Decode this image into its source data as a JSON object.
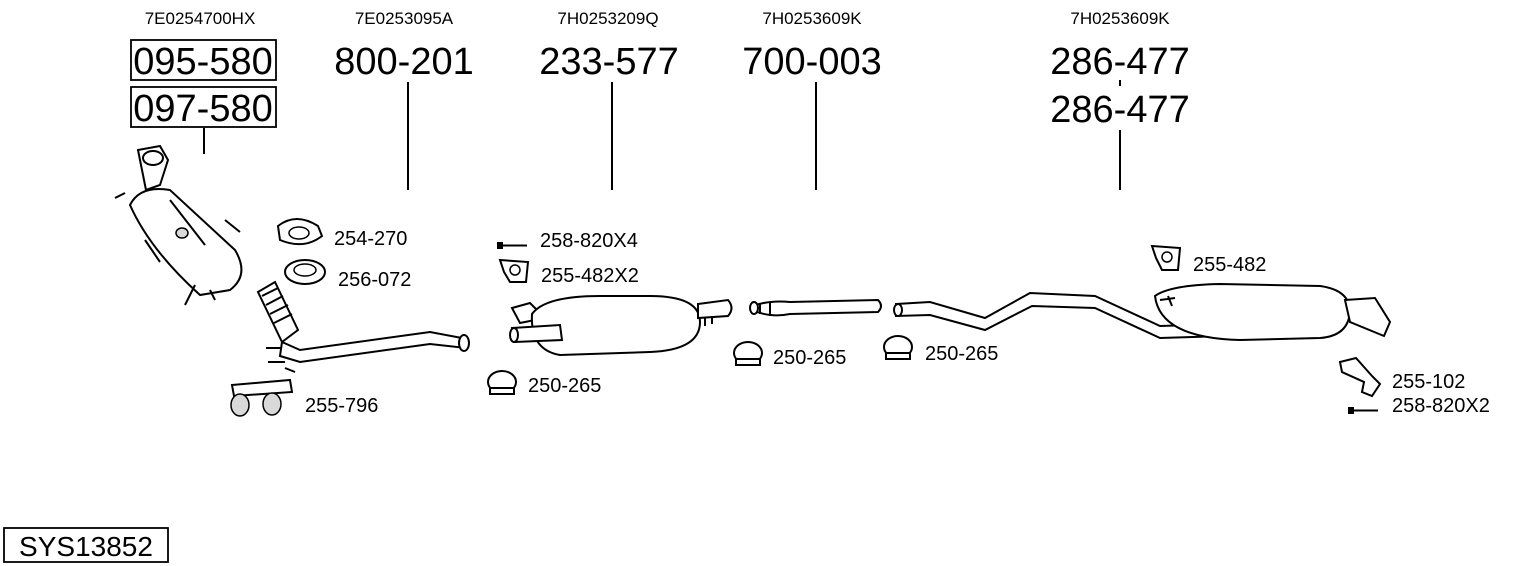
{
  "system_id": "SYS13852",
  "columns": [
    {
      "oem": "7E0254700HX",
      "parts": [
        "095-580",
        "097-580"
      ],
      "boxed": true
    },
    {
      "oem": "7E0253095A",
      "parts": [
        "800-201"
      ],
      "boxed": false
    },
    {
      "oem": "7H0253209Q",
      "parts": [
        "233-577"
      ],
      "boxed": false
    },
    {
      "oem": "7H0253609K",
      "parts": [
        "700-003"
      ],
      "boxed": false
    },
    {
      "oem": "7H0253609K",
      "parts": [
        "286-477",
        "286-477"
      ],
      "boxed": false
    }
  ],
  "accessories": [
    {
      "label": "254-270",
      "icon": "flange-gasket-icon"
    },
    {
      "label": "256-072",
      "icon": "sealing-ring-icon"
    },
    {
      "label": "255-796",
      "icon": "rubber-mount-icon"
    },
    {
      "label": "258-820X4",
      "icon": "bolt-icon"
    },
    {
      "label": "255-482X2",
      "icon": "rubber-hanger-icon"
    },
    {
      "label": "250-265",
      "icon": "pipe-clamp-icon"
    },
    {
      "label": "250-265",
      "icon": "pipe-clamp-icon"
    },
    {
      "label": "250-265",
      "icon": "pipe-clamp-icon"
    },
    {
      "label": "255-482",
      "icon": "rubber-hanger-icon"
    },
    {
      "label": "255-102",
      "icon": "mounting-bracket-icon"
    },
    {
      "label": "258-820X2",
      "icon": "bolt-icon"
    }
  ],
  "colors": {
    "line": "#000000",
    "background": "#ffffff",
    "shade": "#d9d9d9"
  }
}
